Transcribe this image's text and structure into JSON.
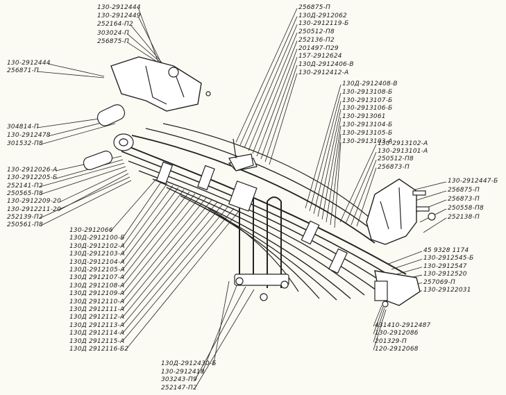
{
  "labels": {
    "top_left": [
      "130-2912444",
      "130-2912449",
      "252164-П2",
      "303024-П",
      "256875-П"
    ],
    "left_bracket": [
      "130-2912444",
      "256871-П"
    ],
    "left_mid": [
      "304814-П",
      "130-2912478",
      "301532-П8"
    ],
    "left_lower": [
      "130-2912026-А",
      "130-2912205-Б",
      "252141-П2",
      "250565-П8",
      "130-2912209-20",
      "130-2912211-20",
      "252139-П2",
      "250561-П8"
    ],
    "leaf_list": [
      "130-2912066",
      "130Д-2912100-Б",
      "130Д-2912102-А",
      "130Д-2912103-А",
      "130Д-2912104-А",
      "130Д-2912105-А",
      "130Д 2912107-А",
      "130Д 2912108-А",
      "130Д 2912109-А",
      "130Д 2912110-А",
      "130Д 2912111-А",
      "130Д 2912112-А",
      "130Д 2912113-А",
      "130Д 2912114-А",
      "130Д 2912115-А",
      "130Д 2912116-Б2"
    ],
    "bottom_center": [
      "130Д-2912430-Б",
      "130-2912418",
      "303243-П9",
      "252147-П2"
    ],
    "top_center": [
      "256875-П",
      "130Д-2912062",
      "130-2912119-Б",
      "250512-П8",
      "252136-П2",
      "201497-П29",
      "157-2912624",
      "130Д-2912406-В",
      "130-2912412-А"
    ],
    "right_leaf": [
      "130Д-2912408-В",
      "130-2913108-Б",
      "130-2913107-Б",
      "130-2913106-Б",
      "130-2913061",
      "130-2913104-Б",
      "130-2913105-Б",
      "130-2913103-А"
    ],
    "right_mid": [
      "130-2913102-А",
      "130-2913101-А",
      "250512-П8",
      "256873-П"
    ],
    "right_bracket": [
      "130-2912447-Б",
      "256875-П",
      "256873-П",
      "250558-П8",
      "252138-П"
    ],
    "right_lower": [
      "45 9328 1174",
      "130-2912545-Б",
      "130-2912547",
      "130-2912520",
      "257069-П",
      "130-29122031"
    ],
    "bottom_right": [
      "431410-2912487",
      "130-2912086",
      "201329-П",
      "120-2912068"
    ]
  }
}
